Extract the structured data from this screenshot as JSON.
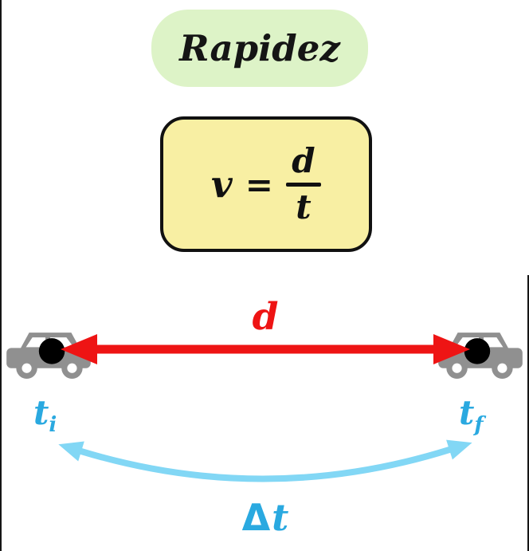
{
  "title_badge": {
    "label": "Rapidez"
  },
  "formula_card": {
    "variable": "v",
    "equals_sign": "=",
    "numerator": "d",
    "denominator": "t"
  },
  "distance_arrow": {
    "label": "d"
  },
  "initial_time_label": {
    "base": "t",
    "subscript": "i"
  },
  "final_time_label": {
    "base": "t",
    "subscript": "f"
  },
  "time_interval_label": {
    "delta": "Δ",
    "base": "t"
  },
  "colors": {
    "page-white": "#ffffff",
    "badge-green": "#ddf3c7",
    "card-yellow": "#f8efa3",
    "arrow-red": "#ee1414",
    "label-cyan": "#2aa9e0",
    "arc-blue": "#82d7f5",
    "car-gray": "#909090",
    "ink-black": "#151515"
  }
}
